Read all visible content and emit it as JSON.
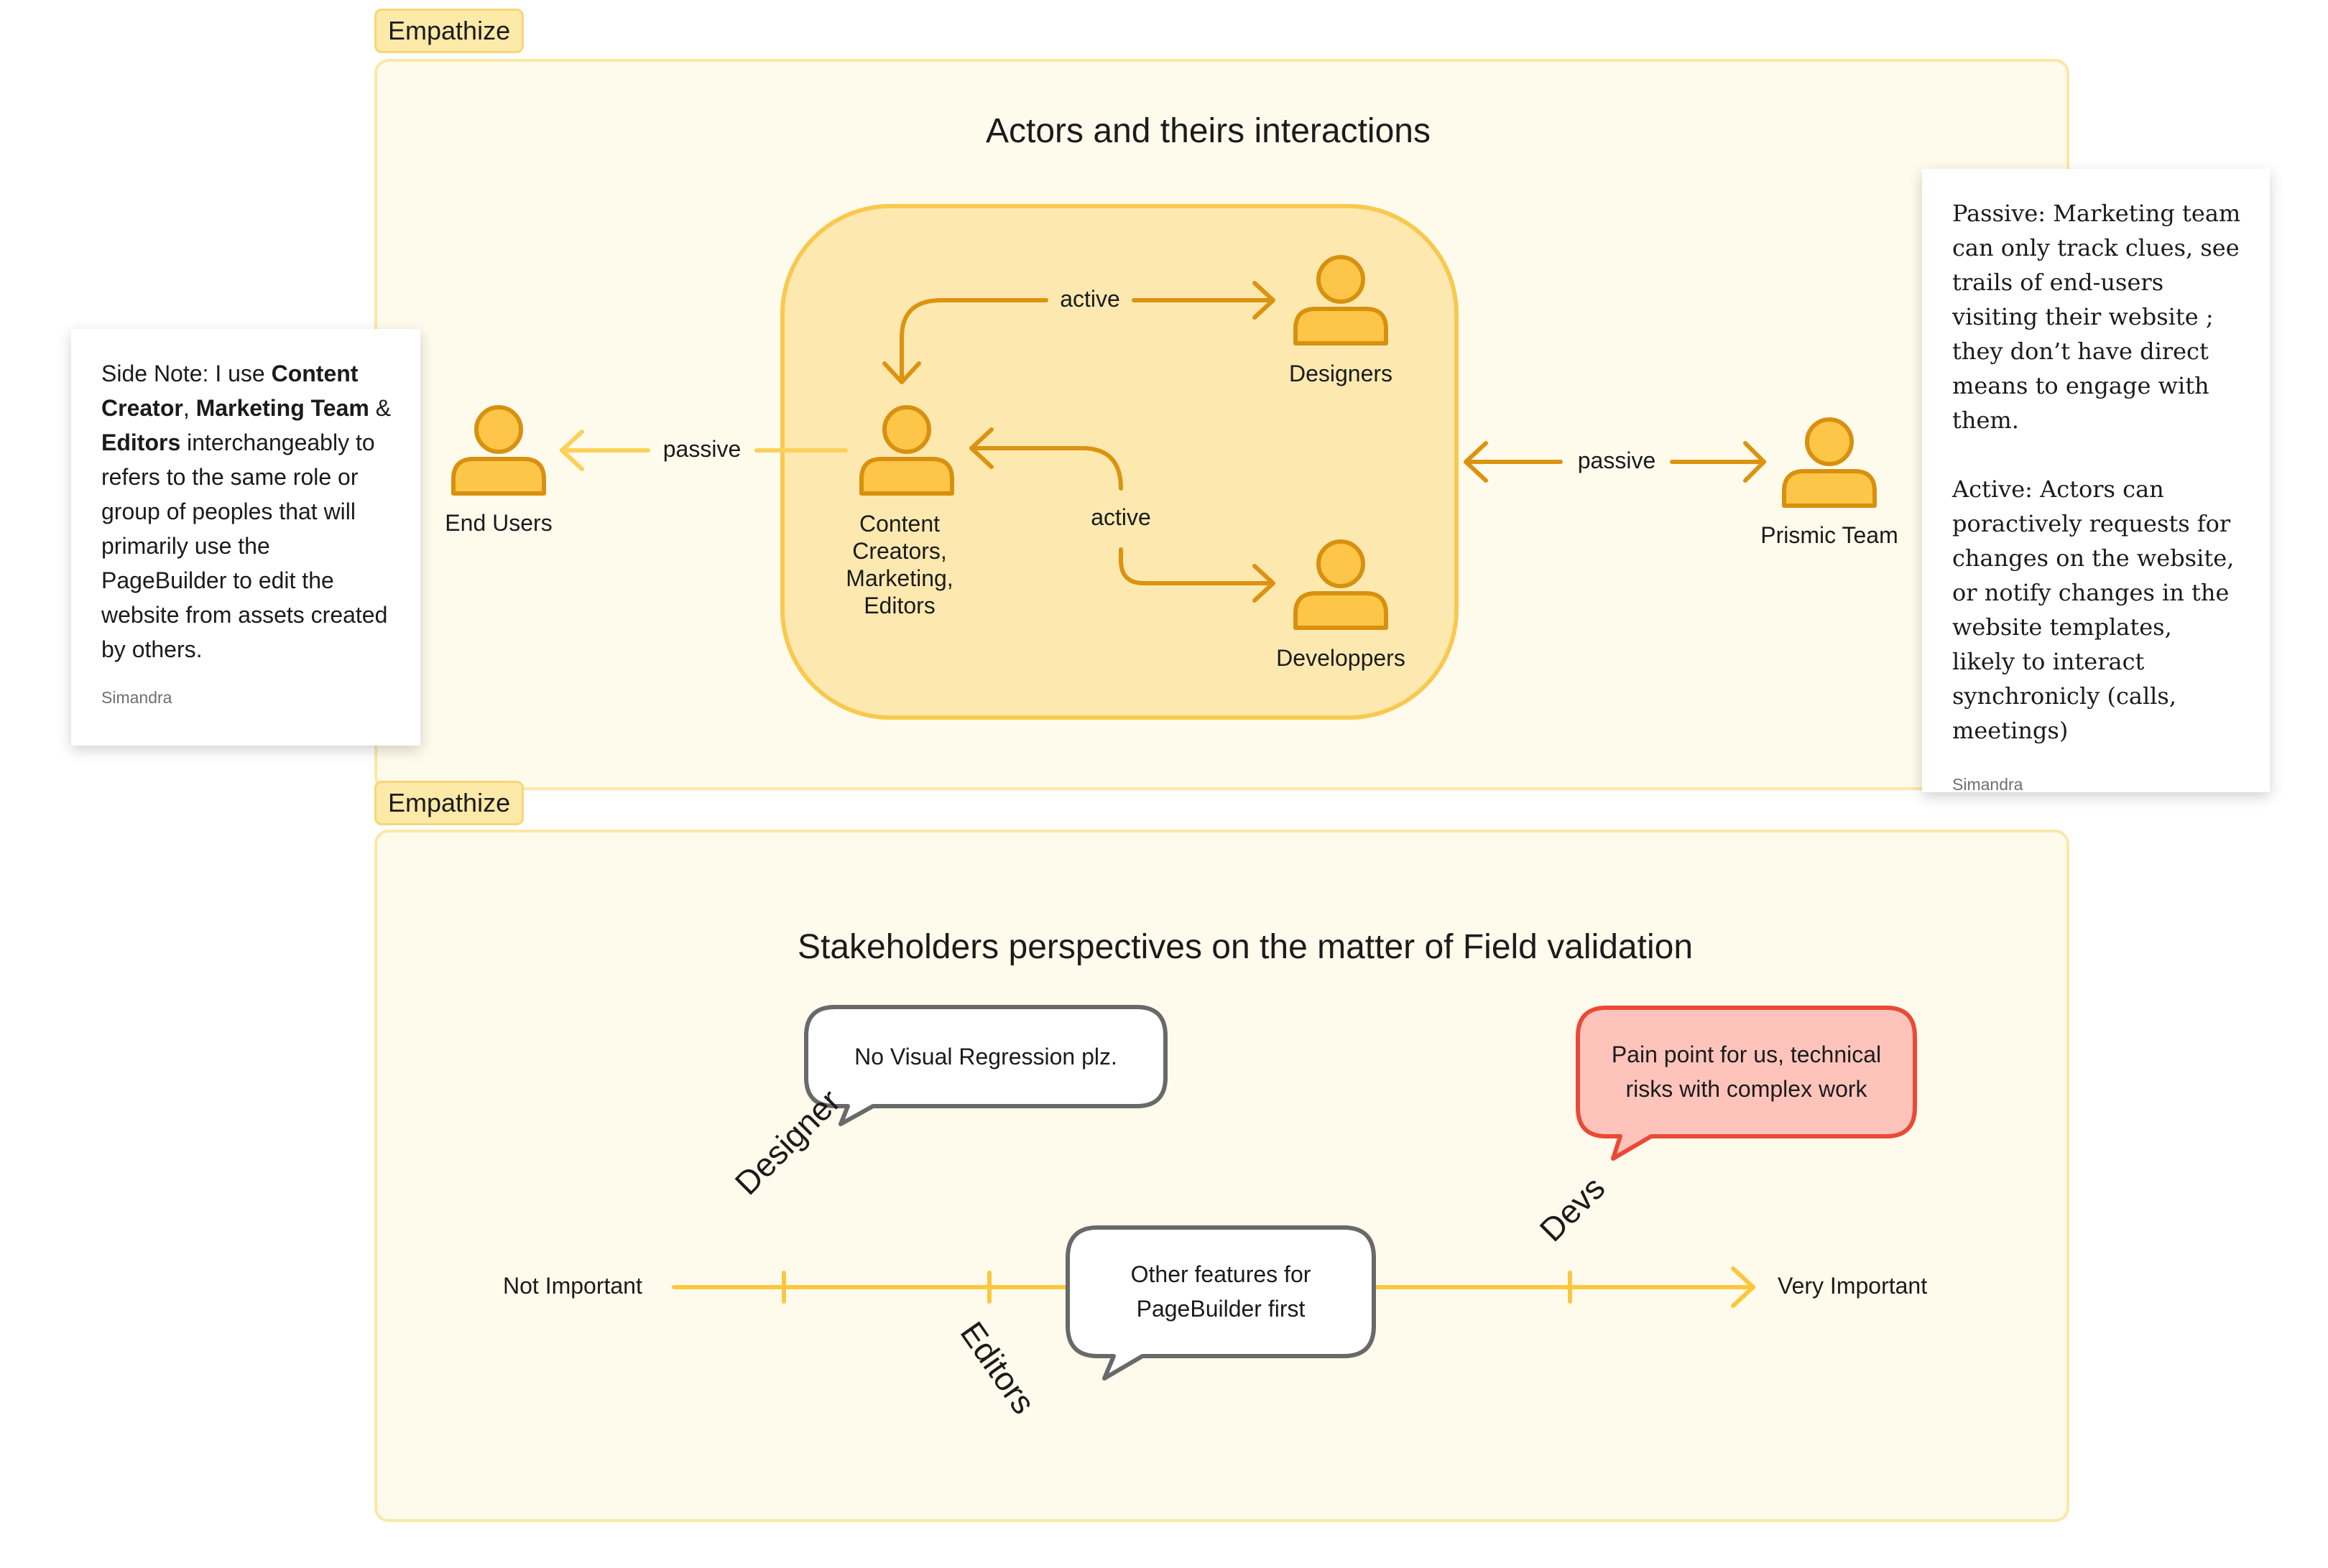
{
  "sections": [
    {
      "tag": "Empathize",
      "title": "Actors and theirs interactions"
    },
    {
      "tag": "Empathize",
      "title": "Stakeholders perspectives on the matter of Field validation"
    }
  ],
  "actors": {
    "end_users": "End Users",
    "content_creators": [
      "Content",
      "Creators,",
      "Marketing,",
      "Editors"
    ],
    "designers": "Designers",
    "developpers": "Developpers",
    "prismic_team": "Prismic Team"
  },
  "edges": {
    "passive_end_users": "passive",
    "active_designers": "active",
    "active_developpers": "active",
    "passive_prismic": "passive"
  },
  "note_left": {
    "segments": [
      {
        "text": "Side Note: I use ",
        "bold": false
      },
      {
        "text": "Content Creator",
        "bold": true
      },
      {
        "text": ", ",
        "bold": false
      },
      {
        "text": "Marketing Team",
        "bold": true
      },
      {
        "text": " & ",
        "bold": false
      },
      {
        "text": "Editors",
        "bold": true
      },
      {
        "text": " interchangeably to refers to the same role or group of peoples that will primarily use the PageBuilder to edit the website from assets created by others.",
        "bold": false
      }
    ],
    "author": "Simandra"
  },
  "note_right": {
    "passive": "Passive: Marketing team can only track clues, see trails of end-users visiting their website ; they don’t have direct means to engage with them.",
    "active": "Active: Actors can poractively requests for changes on the website, or notify changes in the website templates, likely to interact synchronicly (calls, meetings)",
    "author": "Simandra"
  },
  "scale": {
    "left_label": "Not Important",
    "right_label": "Very Important",
    "markers": [
      "Designer",
      "Editors",
      "Devs"
    ]
  },
  "bubbles": {
    "designer": "No Visual Regression plz.",
    "editors": [
      "Other features for",
      "PageBuilder first"
    ],
    "devs": [
      "Pain point for us, technical",
      "risks with complex work"
    ]
  },
  "colors": {
    "section_bg": "#fefaec",
    "section_border": "#fbe8a6",
    "tag_bg": "#fde9a8",
    "group_fill": "#fde9b0",
    "group_stroke": "#f9c94e",
    "actor_fill": "#fdc648",
    "actor_stroke": "#d8900f",
    "arrow_dark": "#dc930f",
    "arrow_light": "#fbd15a",
    "bubble_stroke": "#696969",
    "devs_bubble_fill": "#fec4bc",
    "devs_bubble_stroke": "#ea4a35"
  }
}
